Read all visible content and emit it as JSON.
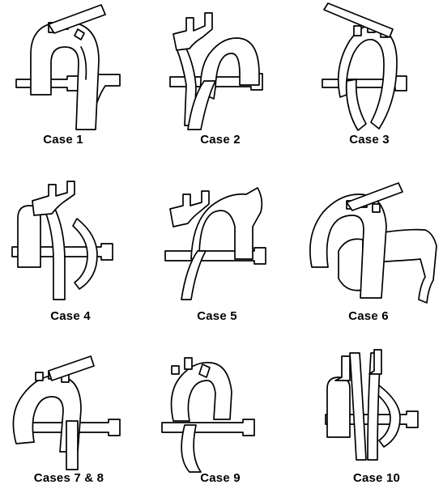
{
  "cases": [
    {
      "label": "Case 1"
    },
    {
      "label": "Case 2"
    },
    {
      "label": "Case 3"
    },
    {
      "label": "Case 4"
    },
    {
      "label": "Case 5"
    },
    {
      "label": "Case 6"
    },
    {
      "label": "Cases 7 & 8"
    },
    {
      "label": "Case 9"
    },
    {
      "label": "Case 10"
    }
  ],
  "colors": {
    "stroke": "#000000",
    "background": "#ffffff"
  }
}
